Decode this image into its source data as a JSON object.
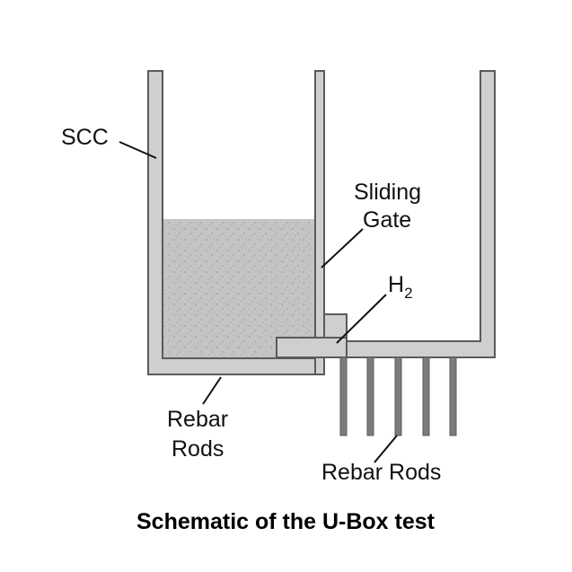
{
  "labels": {
    "scc": "SCC",
    "sliding_gate_line1": "Sliding",
    "sliding_gate_line2": "Gate",
    "h2_base": "H",
    "h2_sub": "2",
    "rebar_left_line1": "Rebar",
    "rebar_left_line2": "Rods",
    "rebar_bottom": "Rebar Rods"
  },
  "caption": "Schematic of the U-Box test",
  "colors": {
    "wall_fill": "#cfcfcf",
    "wall_stroke": "#5a5a5a",
    "concrete_fill": "#c4c4c4",
    "concrete_dots": "#9a9a9a",
    "rod_fill": "#7c7c7c",
    "text": "#111111"
  }
}
